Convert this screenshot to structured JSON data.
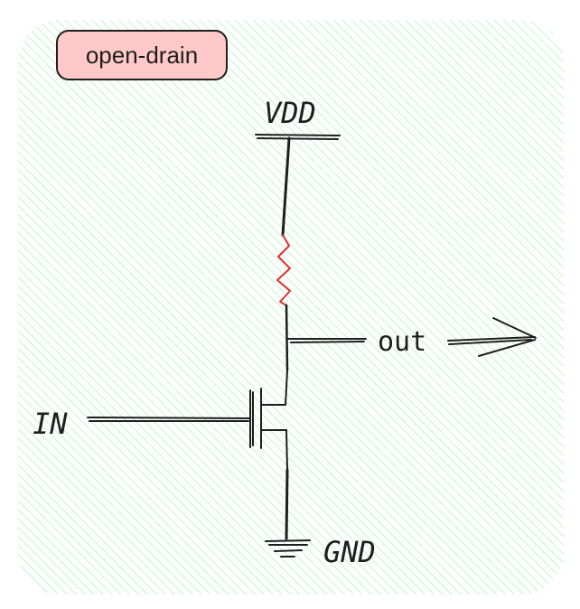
{
  "title": "open-drain",
  "labels": {
    "vdd": "VDD",
    "out": "out",
    "in": "IN",
    "gnd": "GND"
  },
  "colors": {
    "hatch": "#b2f2bb",
    "resistor": "#e03131",
    "stroke": "#1e1e1e",
    "title_fill": "#ffc9c9"
  }
}
